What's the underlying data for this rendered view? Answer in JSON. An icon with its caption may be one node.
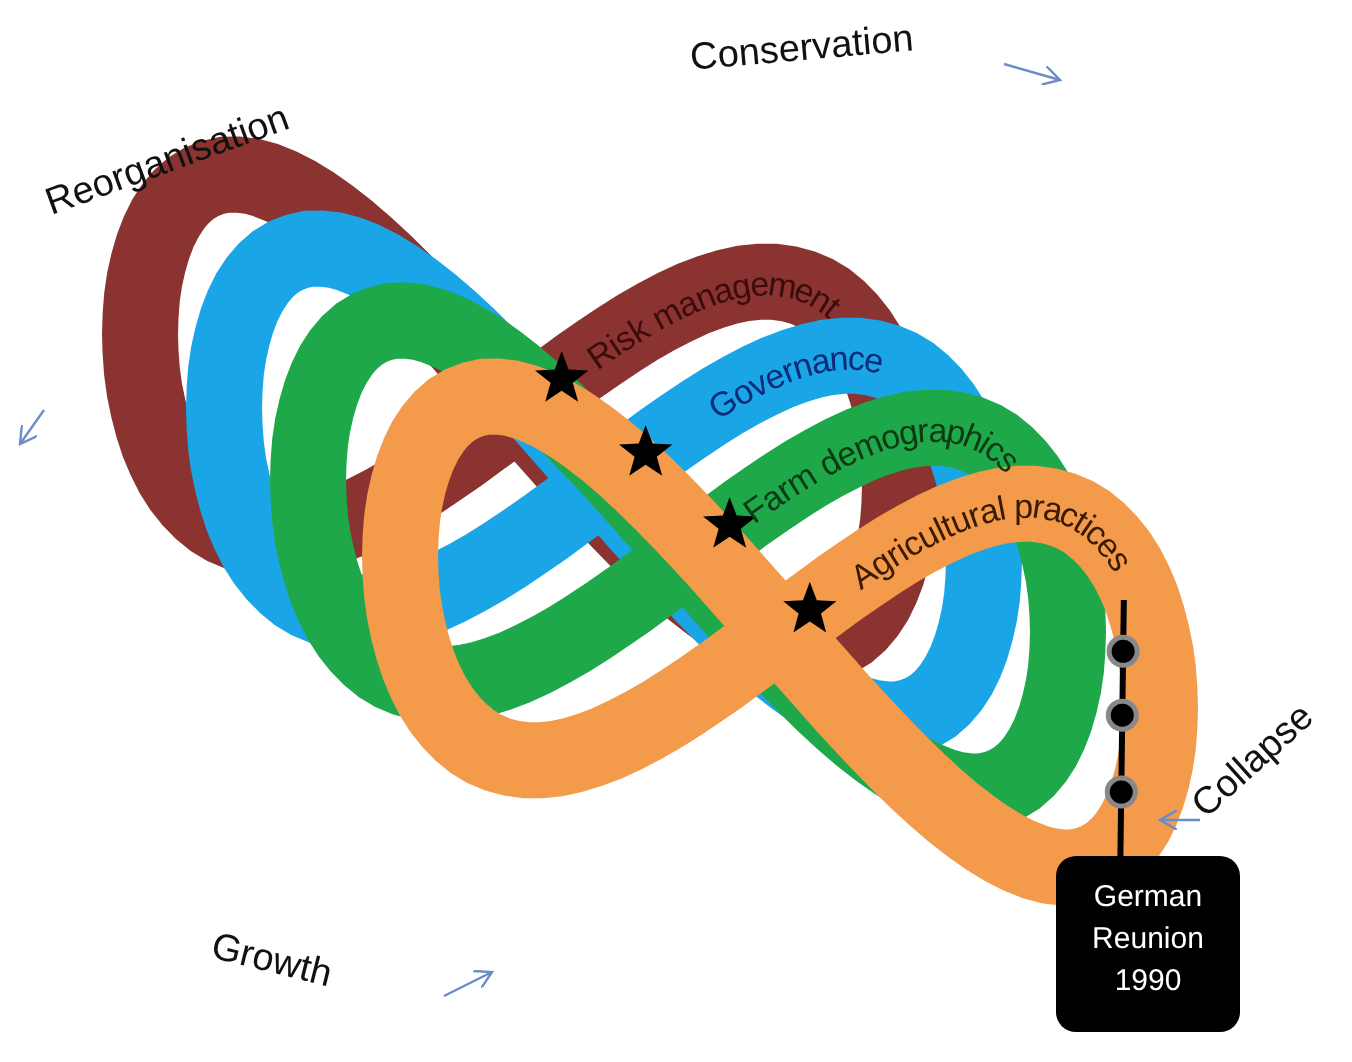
{
  "diagram": {
    "nodes": [
      {
        "text": [
          "Risk management"
        ]
      },
      {
        "text": [
          "Governance"
        ]
      },
      {
        "text": [
          "Farm demographics"
        ]
      },
      {
        "text": [
          "Agricultural practices"
        ]
      },
      {
        "text": [
          "German Reunion 1990"
        ]
      }
    ],
    "edges": [
      {
        "from": 4,
        "to": 3,
        "arrow": "none"
      }
    ],
    "labels": [
      "Conservation",
      "Reorganisation",
      "Collapse",
      "Growth"
    ]
  }
}
